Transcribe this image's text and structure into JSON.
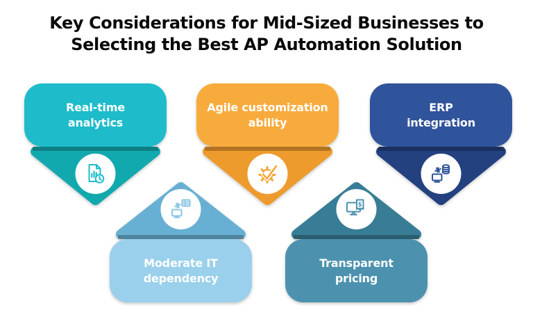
{
  "background_color": "#ffffff",
  "title": {
    "line1": "Key Considerations for Mid-Sized Businesses to",
    "line2": "Selecting the Best AP Automation Solution",
    "color": "#0a0a0a"
  },
  "cards": [
    {
      "label_line1": "Real-time",
      "label_line2": "analytics",
      "body_color": "#1ebccb",
      "point_color": "#12a9ae",
      "icon_color": "#1ebccb",
      "icon": "report-clock-icon",
      "orientation": "point-down"
    },
    {
      "label_line1": "Agile customization",
      "label_line2": "ability",
      "body_color": "#f8ab3d",
      "point_color": "#ee9b2e",
      "icon_color": "#f5a333",
      "icon": "gear-check-icon",
      "orientation": "point-down"
    },
    {
      "label_line1": "ERP",
      "label_line2": "integration",
      "body_color": "#30549b",
      "point_color": "#23417f",
      "icon_color": "#30549b",
      "icon": "erp-sync-icon",
      "orientation": "point-down"
    },
    {
      "label_line1": "Moderate IT",
      "label_line2": "dependency",
      "body_color": "#9ad0eb",
      "point_color": "#68b0d3",
      "icon_color": "#8cc6e4",
      "icon": "system-sync-icon",
      "orientation": "point-up"
    },
    {
      "label_line1": "Transparent",
      "label_line2": "pricing",
      "body_color": "#4c92af",
      "point_color": "#387d95",
      "icon_color": "#4c92af",
      "icon": "pricing-monitor-icon",
      "orientation": "point-up"
    }
  ],
  "icons": {
    "dollar_glyph": "$"
  }
}
